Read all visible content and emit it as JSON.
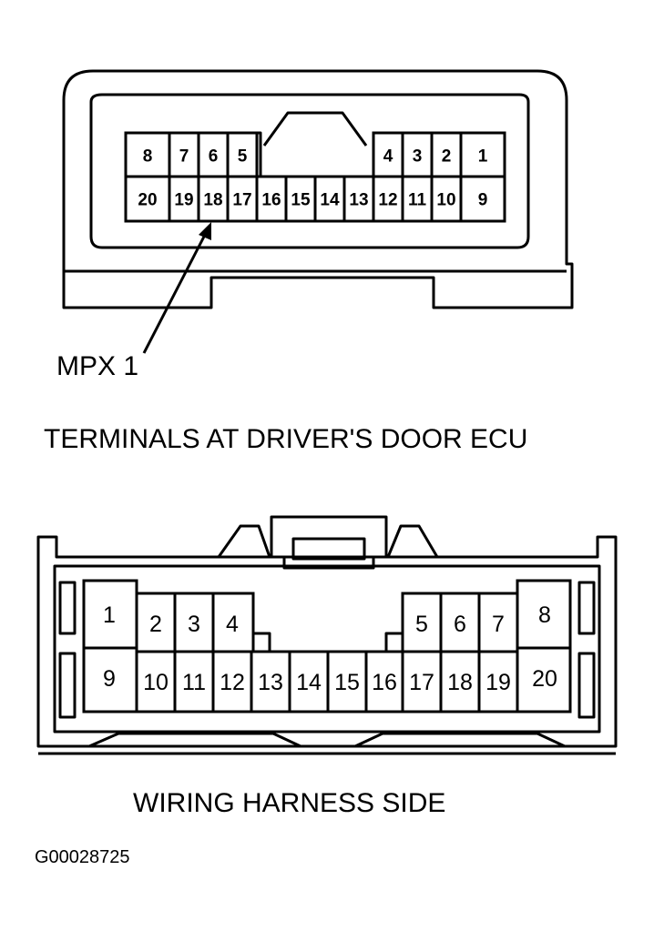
{
  "connector_ecu": {
    "caption": "TERMINALS AT DRIVER'S DOOR ECU",
    "callout": "MPX 1",
    "callout_pin": "18",
    "pins_top": [
      "8",
      "7",
      "6",
      "5",
      "4",
      "3",
      "2",
      "1"
    ],
    "pins_bottom": [
      "20",
      "19",
      "18",
      "17",
      "16",
      "15",
      "14",
      "13",
      "12",
      "11",
      "10",
      "9"
    ]
  },
  "connector_harness": {
    "caption": "WIRING HARNESS SIDE",
    "pins_top": [
      "1",
      "2",
      "3",
      "4",
      "5",
      "6",
      "7",
      "8"
    ],
    "pins_bottom": [
      "9",
      "10",
      "11",
      "12",
      "13",
      "14",
      "15",
      "16",
      "17",
      "18",
      "19",
      "20"
    ]
  },
  "figure_id": "G00028725"
}
